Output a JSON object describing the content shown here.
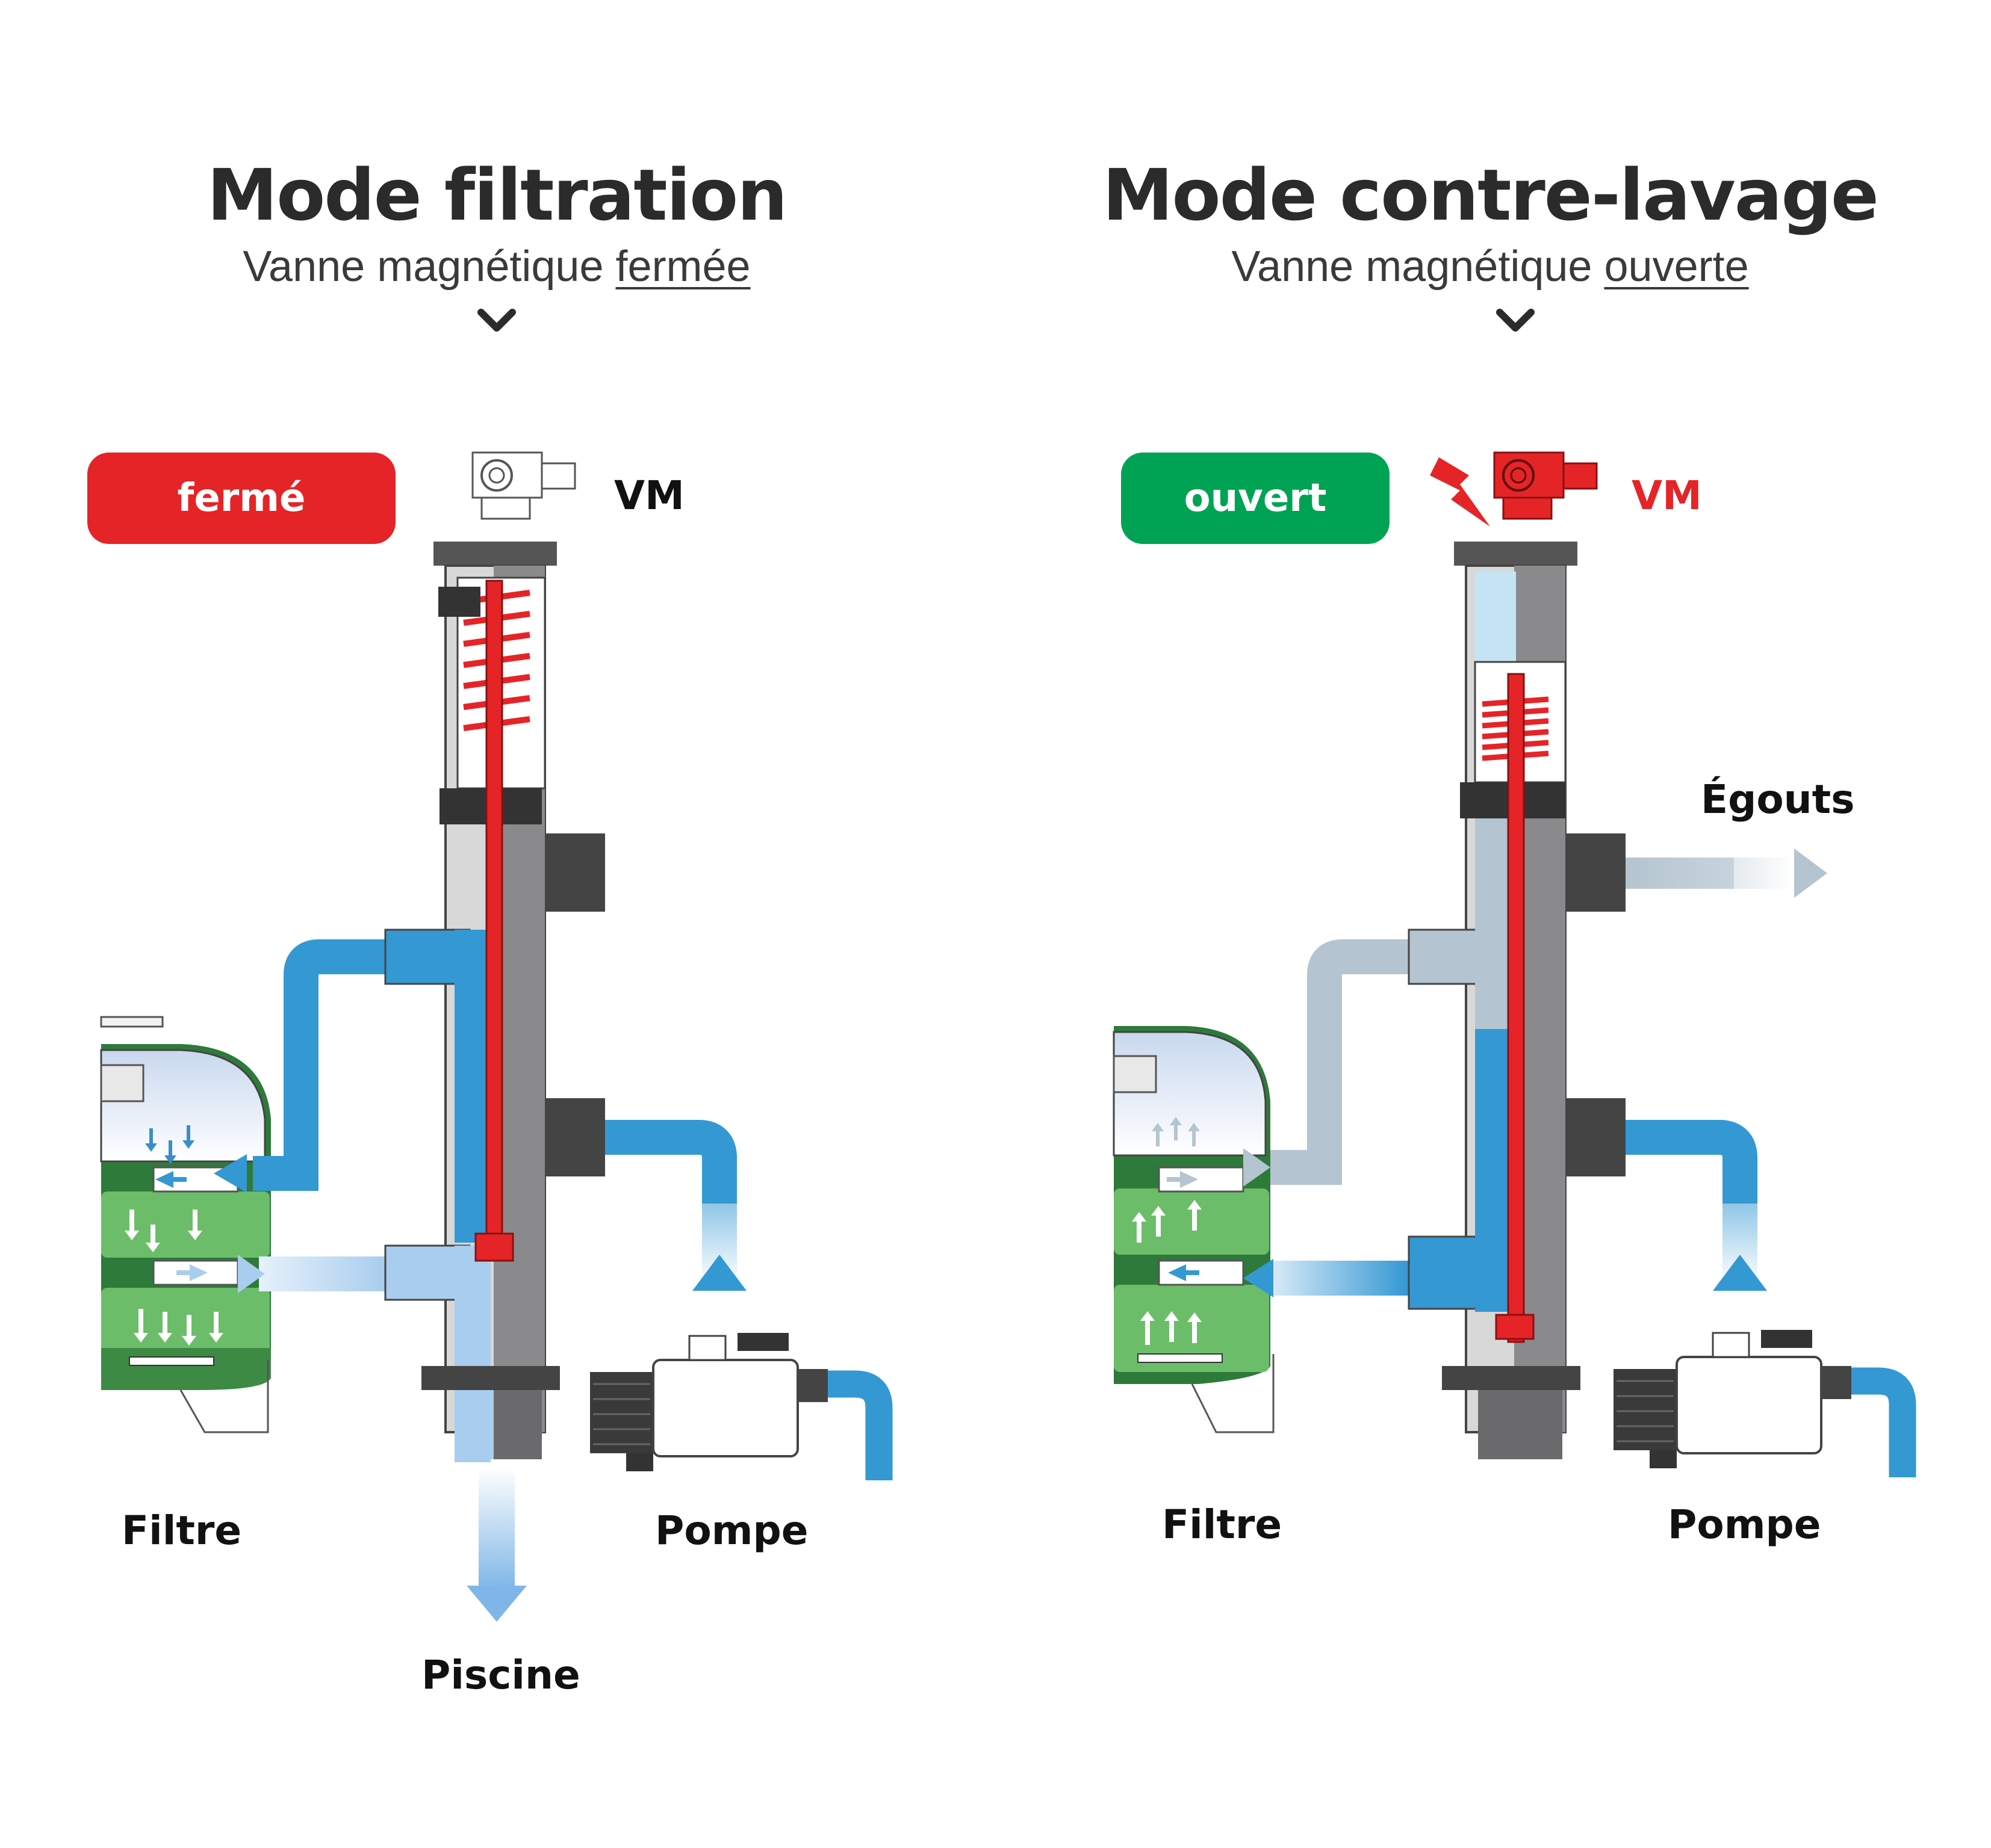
{
  "colors": {
    "dark_text": "#2b2b2b",
    "closed_red": "#e52427",
    "open_green": "#00a354",
    "water_blue": "#3498d3",
    "water_light": "#a9cdee",
    "water_grey": "#b4c4d0",
    "valve_red": "#e52427",
    "filter_green": "#6cbd6a",
    "body_grey": "#a9a9ab"
  },
  "left": {
    "title": "Mode filtration",
    "subtitle_prefix": "Vanne magnétique ",
    "subtitle_state": "fermée",
    "badge": "fermé",
    "valve_label": "VM",
    "labels": {
      "filter": "Filtre",
      "pump": "Pompe",
      "pool": "Piscine"
    }
  },
  "right": {
    "title": "Mode contre-lavage",
    "subtitle_prefix": "Vanne magnétique ",
    "subtitle_state": "ouverte",
    "badge": "ouvert",
    "valve_label": "VM",
    "labels": {
      "filter": "Filtre",
      "pump": "Pompe",
      "sewer": "Égouts"
    }
  },
  "icons": {
    "chevron": "chevron-down-icon",
    "lightning": "lightning-icon",
    "valve": "solenoid-valve-icon",
    "pump": "pump-icon",
    "filter": "sand-filter-icon",
    "arrow": "flow-arrow-icon"
  }
}
